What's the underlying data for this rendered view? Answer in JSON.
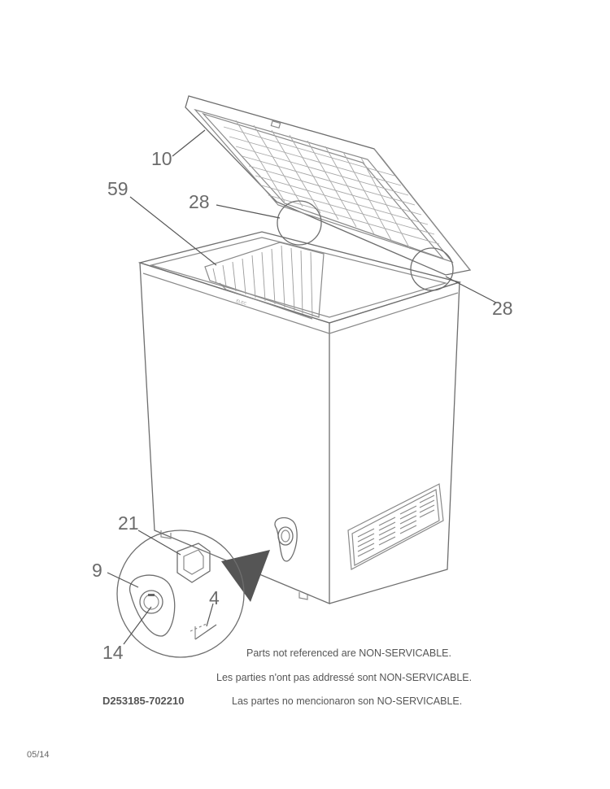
{
  "callouts": [
    {
      "id": "lid",
      "number": "10"
    },
    {
      "id": "basket",
      "number": "59"
    },
    {
      "id": "hinge-left",
      "number": "28"
    },
    {
      "id": "hinge-right",
      "number": "28"
    },
    {
      "id": "thermostat-bracket",
      "number": "21"
    },
    {
      "id": "control-cover",
      "number": "9"
    },
    {
      "id": "sensor-tube",
      "number": "4"
    },
    {
      "id": "knob",
      "number": "14"
    }
  ],
  "notes": [
    "Parts not referenced are NON-SERVICABLE.",
    "Les parties n'ont pas addressé sont NON-SERVICABLE.",
    "Las partes no mencionaron son NO-SERVICABLE."
  ],
  "document_code": "D253185-702210",
  "date_code": "05/14"
}
